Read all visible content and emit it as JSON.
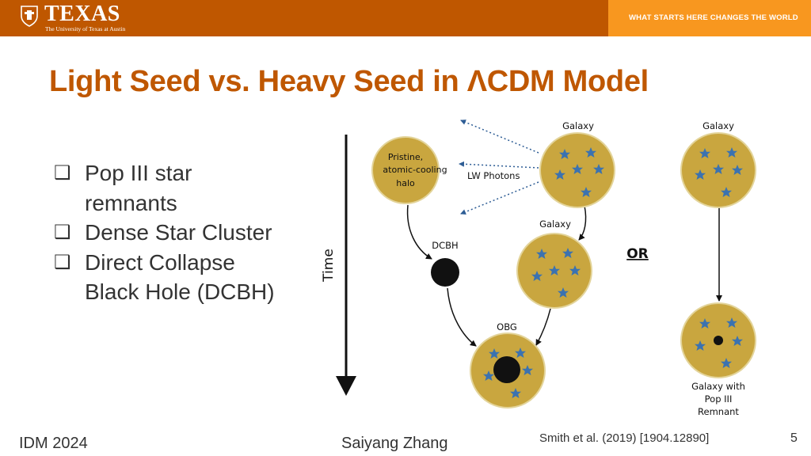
{
  "header": {
    "logo_text": "TEXAS",
    "logo_subtext": "The University of Texas at Austin",
    "tagline": "WHAT STARTS HERE CHANGES THE WORLD",
    "colors": {
      "burnt_orange": "#bf5700",
      "bright_orange": "#f8971f"
    }
  },
  "slide": {
    "title": "Light Seed vs. Heavy Seed in ΛCDM Model",
    "bullets": [
      {
        "marker": "❑",
        "lines": [
          "Pop III star",
          "remnants"
        ]
      },
      {
        "marker": "❑",
        "lines": [
          "Dense Star Cluster"
        ]
      },
      {
        "marker": "❑",
        "lines": [
          "Direct Collapse",
          "Black Hole (DCBH)"
        ]
      }
    ]
  },
  "diagram": {
    "time_label": "Time",
    "halo_label": [
      "Pristine,",
      "atomic-cooling",
      "halo"
    ],
    "lw_label": "LW Photons",
    "galaxy_label": "Galaxy",
    "galaxy_label_2": "Galaxy",
    "dcbh_label": "DCBH",
    "obg_label": "OBG",
    "or_label": "OR",
    "right_top_label": "Galaxy",
    "right_bottom_label": [
      "Galaxy with",
      "Pop III",
      "Remnant"
    ],
    "colors": {
      "halo_fill": "#c9a63f",
      "halo_stroke": "#e3d49a",
      "star": "#3b72b0",
      "black_hole": "#111111"
    }
  },
  "footer": {
    "left": "IDM 2024",
    "center": "Saiyang Zhang",
    "citation": "Smith et al. (2019) [1904.12890]",
    "page": "5"
  }
}
